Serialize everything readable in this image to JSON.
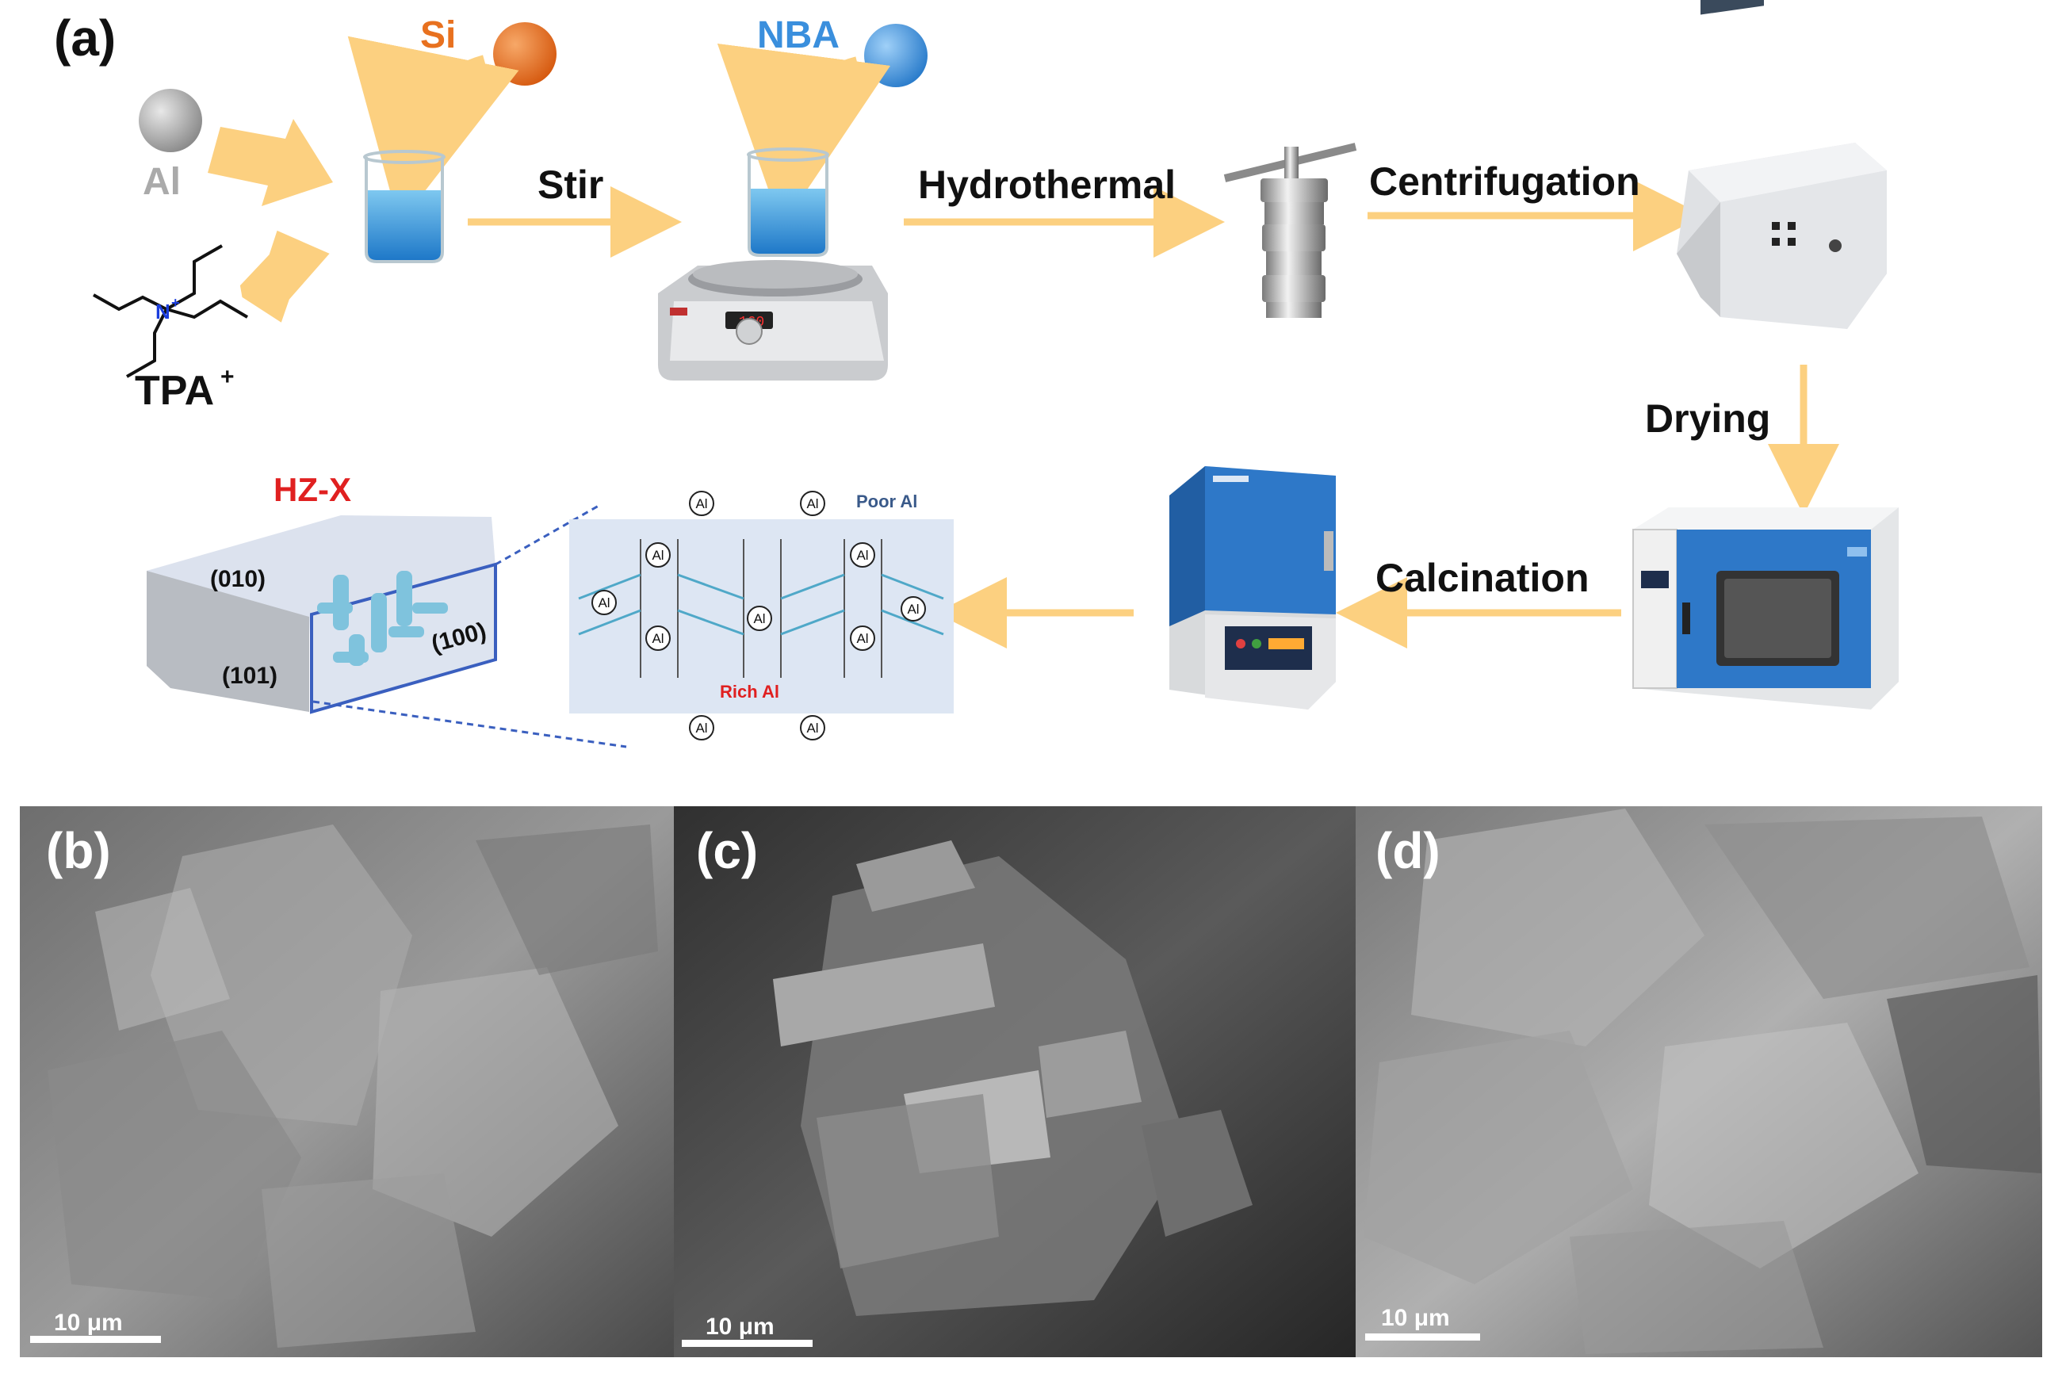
{
  "panels": {
    "a": "(a)",
    "b": "(b)",
    "c": "(c)",
    "d": "(d)"
  },
  "reagents": {
    "si": "Si",
    "nba": "NBA",
    "al": "Al",
    "tpa": "TPA",
    "tpa_charge": "+",
    "nitrogen": "N",
    "nitrogen_charge": "+"
  },
  "steps": {
    "stir": "Stir",
    "hydrothermal": "Hydrothermal",
    "centrifugation": "Centrifugation",
    "drying": "Drying",
    "calcination": "Calcination"
  },
  "stirrer_display": "160",
  "crystal": {
    "name": "HZ-X",
    "face_010": "(010)",
    "face_101": "(101)",
    "face_100": "(100)"
  },
  "channel_detail": {
    "poor_al": "Poor Al",
    "rich_al": "Rich Al",
    "site": "Al"
  },
  "scale_bar": "10 μm",
  "colors": {
    "arrow": "#FCD080",
    "si_orange": "#E8711F",
    "nba_blue": "#3A8FDD",
    "al_grey": "#A0A0A0",
    "hzx_red": "#E02020",
    "channel_blue": "#4FA8C8",
    "panel_bg": "#DDE6F3",
    "oven_blue": "#2E78C8"
  }
}
